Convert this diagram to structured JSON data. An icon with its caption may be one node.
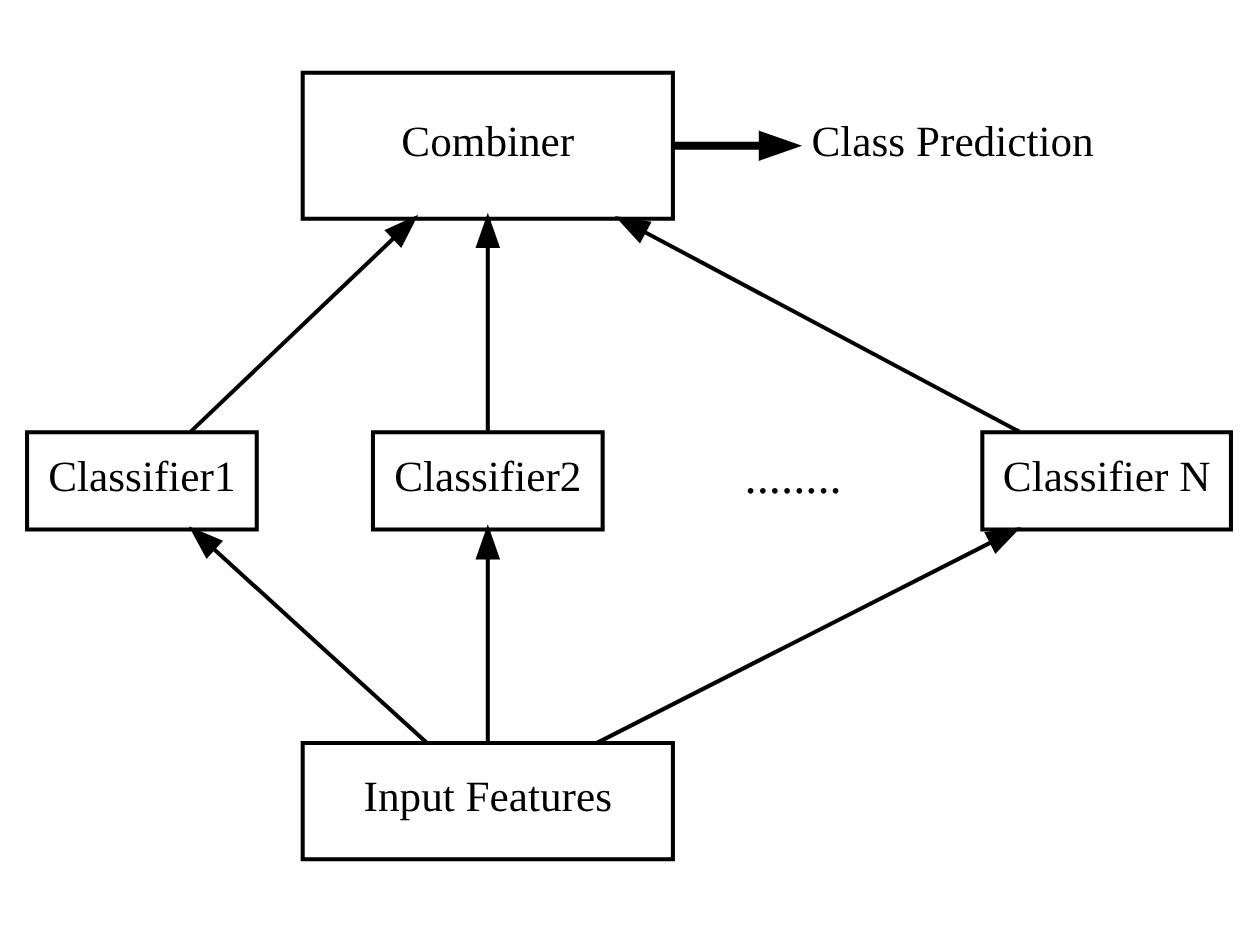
{
  "diagram": {
    "nodes": [
      {
        "text": [
          "Combiner"
        ]
      },
      {
        "text": [
          "Class Prediction"
        ]
      },
      {
        "text": [
          "Classifier1"
        ]
      },
      {
        "text": [
          "Classifier2"
        ]
      },
      {
        "text": [
          "Classifier N"
        ]
      },
      {
        "text": [
          "Input Features"
        ]
      }
    ],
    "edges": [
      {
        "from": 0,
        "to": 1,
        "arrow": "to",
        "style": "thick"
      },
      {
        "from": 2,
        "to": 0,
        "arrow": "to"
      },
      {
        "from": 3,
        "to": 0,
        "arrow": "to"
      },
      {
        "from": 4,
        "to": 0,
        "arrow": "to"
      },
      {
        "from": 5,
        "to": 2,
        "arrow": "to"
      },
      {
        "from": 5,
        "to": 3,
        "arrow": "to"
      },
      {
        "from": 5,
        "to": 4,
        "arrow": "to"
      }
    ],
    "labels": [
      "........"
    ]
  }
}
